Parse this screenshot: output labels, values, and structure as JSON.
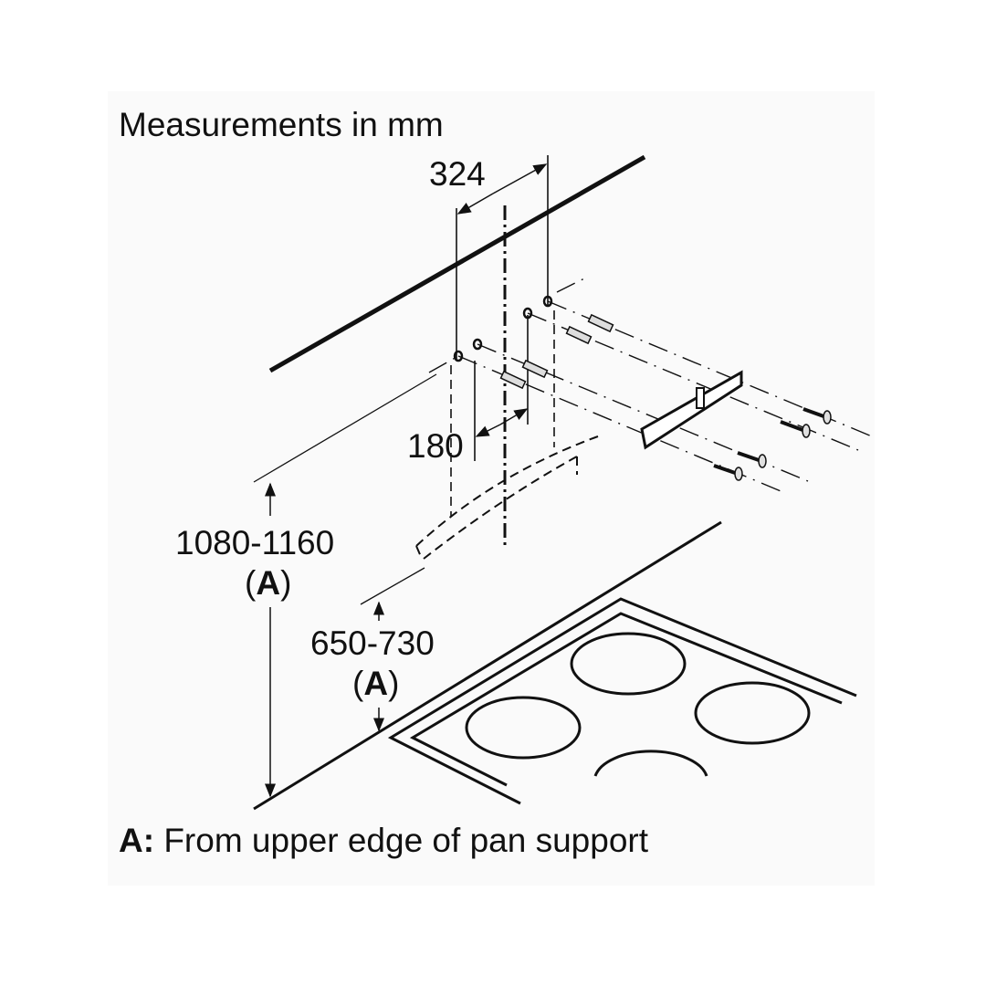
{
  "title": "Measurements in mm",
  "dimensions": {
    "hole_spacing_wide": "324",
    "hole_spacing_narrow": "180",
    "height_upper": "1080-1160",
    "height_upper_ref": "A",
    "height_lower": "650-730",
    "height_lower_ref": "A"
  },
  "footnote": {
    "key": "A:",
    "text": " From upper edge of pan support"
  },
  "components": [
    "ceiling-edge",
    "wall-plugs",
    "mounting-bracket",
    "screws",
    "hood-outline",
    "cooktop"
  ]
}
